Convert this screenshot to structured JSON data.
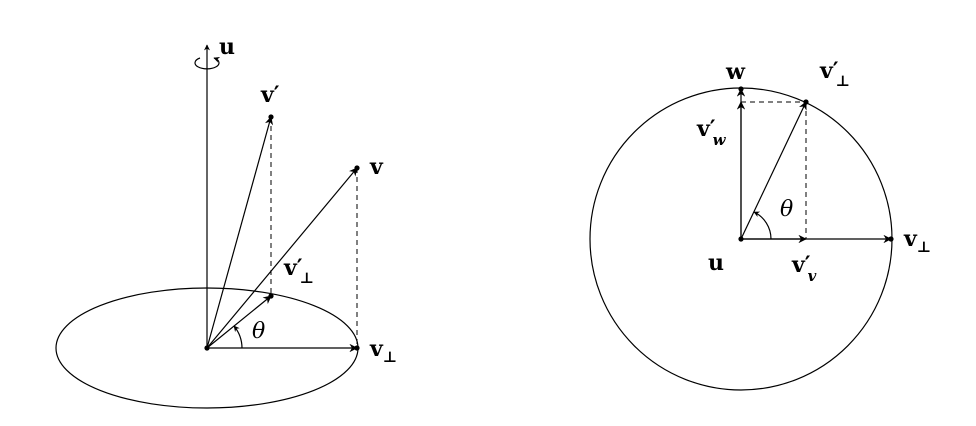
{
  "left_diagram": {
    "axis_label": "u",
    "v_label": "v",
    "v_prime_label": "v",
    "v_prime_mark": "′",
    "v_perp_prime_label": "v",
    "v_perp_prime_mark": "′",
    "v_perp_prime_sub": "⊥",
    "v_perp_label": "v",
    "v_perp_sub": "⊥",
    "angle_label": "θ"
  },
  "right_diagram": {
    "w_label": "w",
    "v_perp_prime_label": "v",
    "v_perp_prime_mark": "′",
    "v_perp_prime_sub": "⊥",
    "v_w_prime_label": "v",
    "v_w_prime_mark": "′",
    "v_w_prime_sub": "w",
    "angle_label": "θ",
    "v_perp_label": "v",
    "v_perp_sub": "⊥",
    "u_label": "u",
    "v_v_prime_label": "v",
    "v_v_prime_mark": "′",
    "v_v_prime_sub": "v"
  }
}
